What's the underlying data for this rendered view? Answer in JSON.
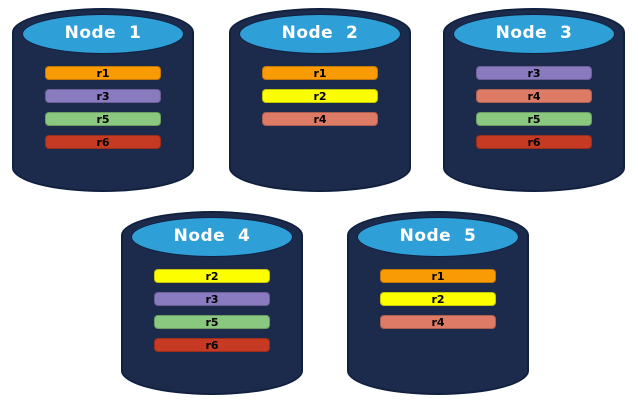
{
  "colors": {
    "page_bg": "#FFFFFF",
    "cylinder_body": "#1C2B4C",
    "cylinder_outline": "#10203E",
    "cylinder_top": "#2F9FD8",
    "node_label_text": "#FFFFFF",
    "bar_text": "#000000",
    "bar_border": "rgba(0,0,0,0.22)"
  },
  "replica_colors": {
    "r1": "#F99B05",
    "r2": "#FDFF00",
    "r3": "#8A7BC0",
    "r4": "#DD7B66",
    "r5": "#8BC87F",
    "r6": "#C63A24"
  },
  "nodes": [
    {
      "label": "Node  1",
      "replicas": [
        "r1",
        "r3",
        "r5",
        "r6"
      ]
    },
    {
      "label": "Node  2",
      "replicas": [
        "r1",
        "r2",
        "r4"
      ]
    },
    {
      "label": "Node  3",
      "replicas": [
        "r3",
        "r4",
        "r5",
        "r6"
      ]
    },
    {
      "label": "Node  4",
      "replicas": [
        "r2",
        "r3",
        "r5",
        "r6"
      ]
    },
    {
      "label": "Node  5",
      "replicas": [
        "r1",
        "r2",
        "r4"
      ]
    }
  ]
}
